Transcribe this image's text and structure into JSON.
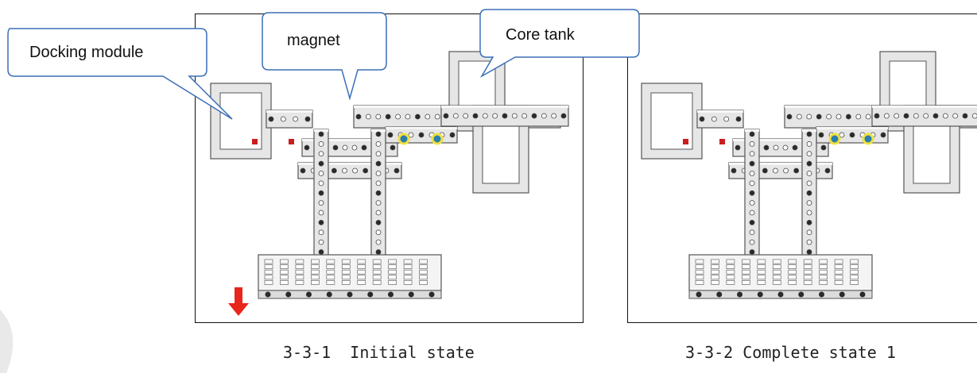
{
  "panels": [
    {
      "caption": "3-3-1  Initial state",
      "callouts": {
        "docking": "Docking module",
        "magnet": "magnet",
        "core": "Core tank"
      }
    },
    {
      "caption": "3-3-2 Complete state 1"
    }
  ],
  "colors": {
    "frame": "#111111",
    "beam": "#e6e6e6",
    "beam_stroke": "#555555",
    "hole": "#2a2a2a",
    "magnet_ring": "#f0e040",
    "magnet_core": "#2a7fb0",
    "arrow": "#e8261c",
    "bubble_fill": "#ffffff",
    "bubble_stroke": "#3b6fb6"
  },
  "icons": [
    "down-arrow-icon",
    "magnet-icon"
  ]
}
